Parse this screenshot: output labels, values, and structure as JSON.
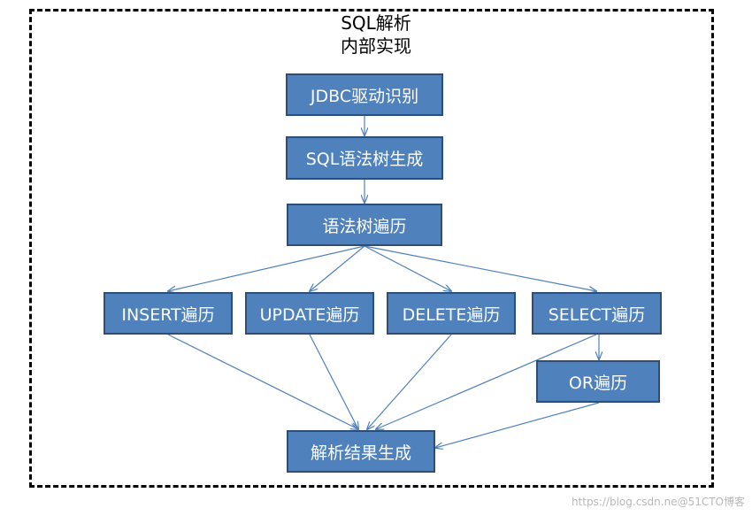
{
  "title": {
    "line1": "SQL解析",
    "line2": "内部实现"
  },
  "nodes": {
    "jdbc": "JDBC驱动识别",
    "sql_tree": "SQL语法树生成",
    "tree_walk": "语法树遍历",
    "insert": "INSERT遍历",
    "update": "UPDATE遍历",
    "delete": "DELETE遍历",
    "select": "SELECT遍历",
    "or": "OR遍历",
    "result": "解析结果生成"
  },
  "watermark": "https://blog.csdn.ne@51CTO博客",
  "colors": {
    "node_fill": "#4f81bd",
    "node_border": "#2c4e79",
    "edge": "#4f81bd",
    "text": "#ffffff"
  }
}
